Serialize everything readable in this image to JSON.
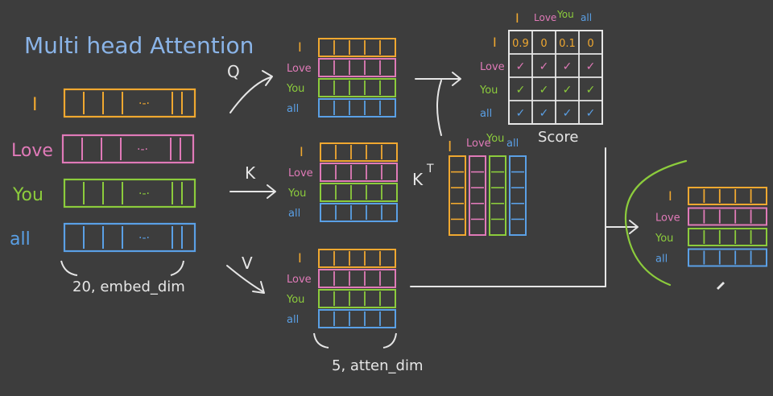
{
  "title": "Multi head Attention",
  "words": [
    "I",
    "Love",
    "You",
    "all"
  ],
  "colors": {
    "background": "#3d3d3d",
    "title": "#8ab4e8",
    "chalk": "#e6e6e6",
    "I": "#f0a830",
    "Love": "#e07ab8",
    "You": "#8ccc3c",
    "all": "#5aa0e6",
    "bracket": "#8ccc3c"
  },
  "embed_ellipsis": "·-·",
  "embed_caption": "20, embed_dim",
  "q_label": "Q",
  "k_label": "K",
  "v_label": "V",
  "kt_label": "K",
  "kt_superscript": "T",
  "score_label": "Score",
  "atten_caption": "5, atten_dim",
  "score_grid": [
    [
      "0.9",
      "0",
      "0.1",
      "0"
    ],
    [
      "✓",
      "✓",
      "✓",
      "✓"
    ],
    [
      "✓",
      "✓",
      "✓",
      "✓"
    ],
    [
      "✓",
      "✓",
      "✓",
      "✓"
    ]
  ],
  "output_labels": [
    "I",
    "Love",
    "You",
    "all"
  ]
}
